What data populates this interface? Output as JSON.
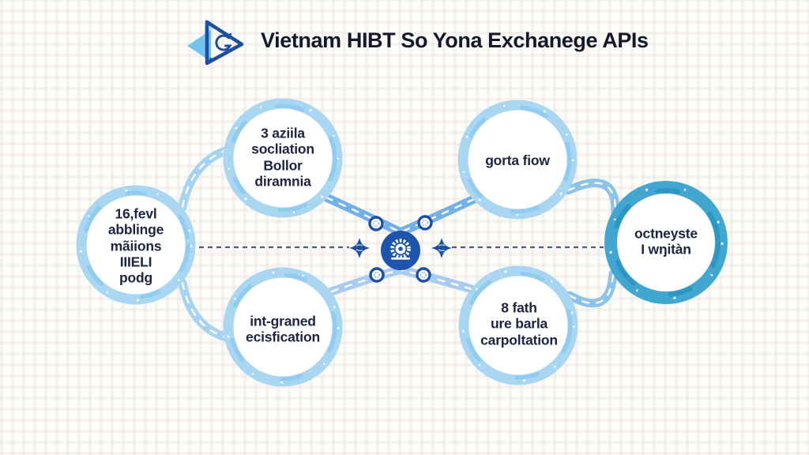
{
  "title": "Vietnam HIBT So Yona Exchanege APIs",
  "nodes": [
    {
      "id": "left",
      "label": "16,fevl\nabblinge\nmãiions\nIIIELI\npodg"
    },
    {
      "id": "top-left",
      "label": "3 aziila\nsocliation\nBollor\ndiramnia"
    },
    {
      "id": "top-right",
      "label": "gorta fiow"
    },
    {
      "id": "bottom-left",
      "label": "int-graned\necisfication"
    },
    {
      "id": "bottom-right",
      "label": "8 fath\nure barla\ncarpoltation"
    },
    {
      "id": "right",
      "label": "octneyste\nI wŋitàn"
    }
  ],
  "icons": [
    "brand-logo-icon",
    "hub-gear-icon",
    "star-connector-icon",
    "satellite-node-icon"
  ],
  "colors": {
    "title_text": "#14182b",
    "node_text": "#1e2442",
    "ring_light": "#a9d7f2",
    "ring_dark": "#41a7d0",
    "road_top": "#72b1e7",
    "road_bottom": "#a9cbf2",
    "road_side": "#a5d3f1",
    "hub_blue": "#1c55ab",
    "dash_line": "#4d5a80",
    "logo_navy": "#1d4f9e",
    "logo_sky": "#74c3ec"
  }
}
